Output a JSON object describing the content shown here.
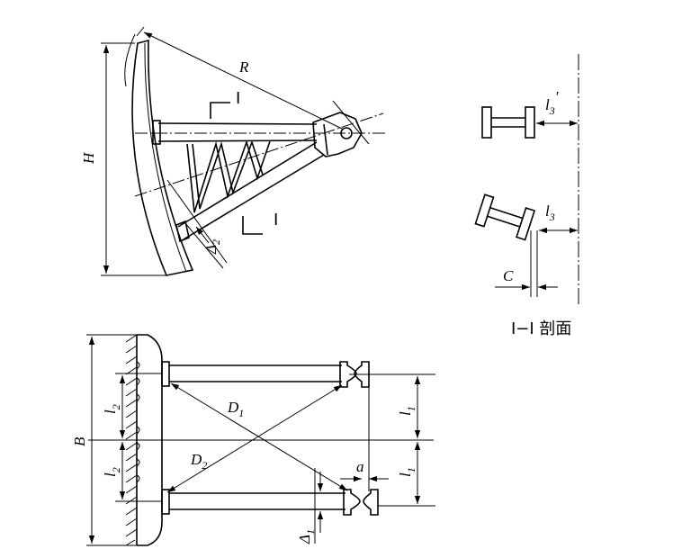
{
  "colors": {
    "ink": "#000000",
    "paper": "#ffffff"
  },
  "labels": {
    "R": "R",
    "H": "H",
    "I_top": "I",
    "I_bottom": "I",
    "delta2": "Δ",
    "delta2_sub": "2",
    "l3p": "l",
    "l3p_sub": "3",
    "l3p_prime": "′",
    "l3": "l",
    "l3_sub": "3",
    "C": "C",
    "section_caption": "Ⅰ−Ⅰ 剖面",
    "B": "B",
    "l2_a": "l",
    "l2_a_sub": "2",
    "l2_b": "l",
    "l2_b_sub": "2",
    "D1": "D",
    "D1_sub": "1",
    "D2": "D",
    "D2_sub": "2",
    "l1_a": "l",
    "l1_a_sub": "1",
    "l1_b": "l",
    "l1_b_sub": "1",
    "a": "a",
    "delta1": "Δ",
    "delta1_sub": "1"
  }
}
